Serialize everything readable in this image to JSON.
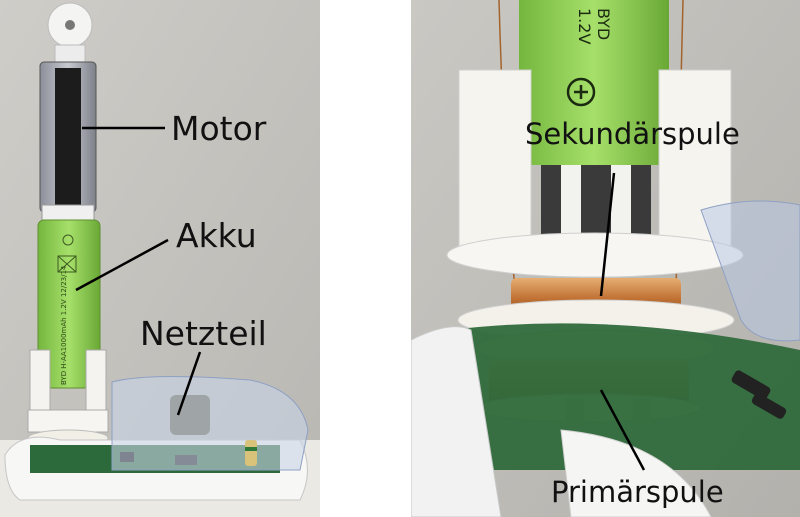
{
  "labels": {
    "motor": "Motor",
    "akku": "Akku",
    "netzteil": "Netzteil",
    "sekundaerspule": "Sekundärspule",
    "primaerspule": "Primärspule"
  },
  "battery_left": {
    "brand": "BYD",
    "model": "H-AA1000mAh",
    "voltage_date": "1.2V 12/23/14"
  },
  "battery_right": {
    "brand": "BYD",
    "voltage": "1.2V",
    "polarity": "+"
  },
  "colors": {
    "battery_green": "#8fd24f",
    "copper": "#c77a3f",
    "plastic_white": "#f2f0ea",
    "pcb_green": "#2f6a3c",
    "wall_gray": "#c9c7c2"
  }
}
